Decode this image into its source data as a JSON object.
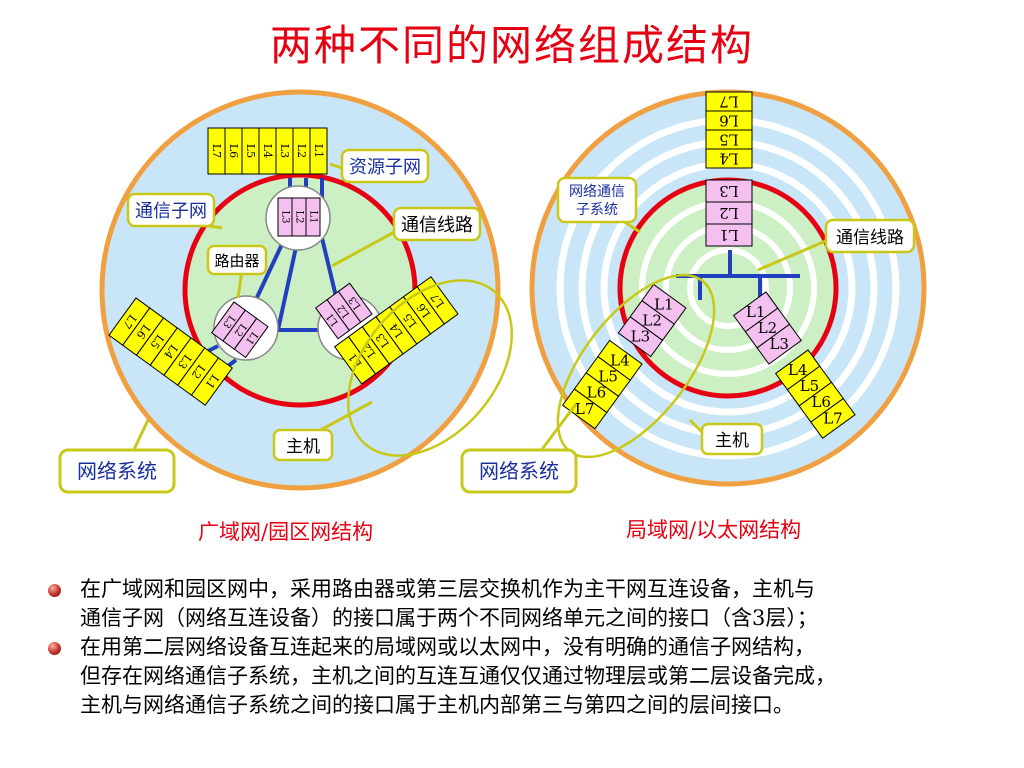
{
  "title": "两种不同的网络组成结构",
  "left": {
    "caption": "广域网/园区网结构",
    "labels": {
      "resource_subnet": "资源子网",
      "comm_subnet": "通信子网",
      "comm_line": "通信线路",
      "router": "路由器",
      "host": "主机",
      "network_system": "网络系统"
    },
    "host_layers": [
      "L7",
      "L6",
      "L5",
      "L4",
      "L3",
      "L2",
      "L1"
    ],
    "router_layers": [
      "L3",
      "L2",
      "L1"
    ]
  },
  "right": {
    "caption": "局域网/以太网结构",
    "labels": {
      "net_comm_subsystem_1": "网络通信",
      "net_comm_subsystem_2": "子系统",
      "comm_line": "通信线路",
      "host": "主机",
      "network_system": "网络系统"
    },
    "top_host_upper": [
      "L7",
      "L6",
      "L5",
      "L4"
    ],
    "top_host_lower": [
      "L3",
      "L2",
      "L1"
    ],
    "host_lower": [
      "L1",
      "L2",
      "L3"
    ],
    "host_upper": [
      "L4",
      "L5",
      "L6",
      "L7"
    ]
  },
  "bullets": [
    {
      "lines": [
        "在广域网和园区网中，采用路由器或第三层交换机作为主干网互连设备，主机与",
        "通信子网（网络互连设备）的接口属于两个不同网络单元之间的接口（含3层）；"
      ]
    },
    {
      "lines": [
        "在用第二层网络设备互连起来的局域网或以太网中，没有明确的通信子网结构，",
        "但存在网络通信子系统，主机之间的互连互通仅仅通过物理层或第二层设备完成，",
        "主机与网络通信子系统之间的接口属于主机内部第三与第四之间的层间接口。"
      ]
    }
  ],
  "colors": {
    "title": "#e60012",
    "outer_fill": "#c8e6f8",
    "outer_ring": "#f0a040",
    "inner_fill": "#ccf0c4",
    "inner_ring": "#e60012",
    "host_fill": "#ffff00",
    "router_fill": "#f4c0f0",
    "link": "#2040c0",
    "callout_border": "#c8c818",
    "callout_text": "#1a2ea0"
  }
}
